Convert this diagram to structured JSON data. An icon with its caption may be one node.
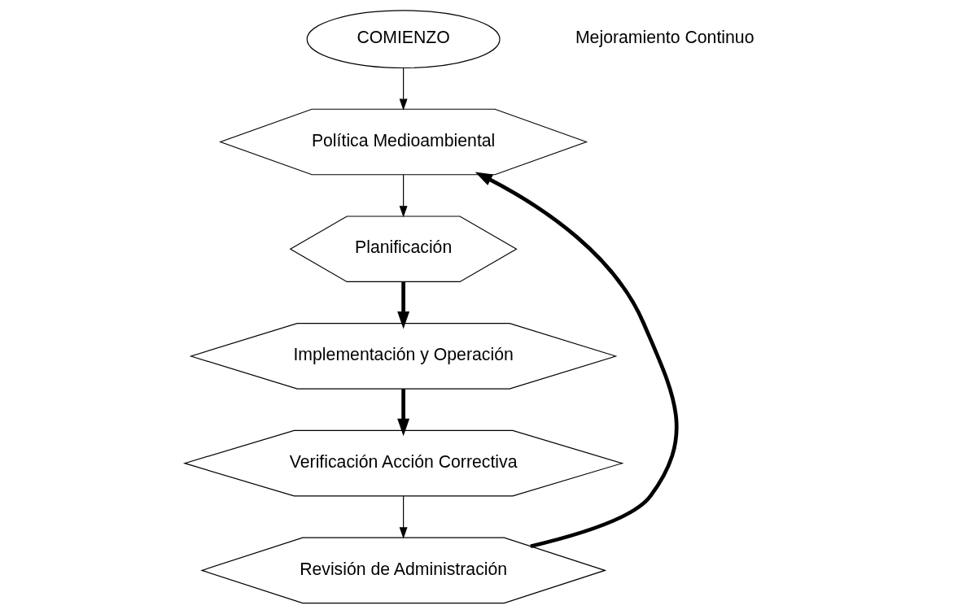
{
  "diagram": {
    "nodes": [
      {
        "text": [
          "COMIENZO"
        ]
      },
      {
        "text": [
          "Política Medioambiental"
        ]
      },
      {
        "text": [
          "Planificación"
        ]
      },
      {
        "text": [
          "Implementación y Operación"
        ]
      },
      {
        "text": [
          "Verificación Acción Correctiva"
        ]
      },
      {
        "text": [
          "Revisión de Administración"
        ]
      }
    ],
    "edges": [
      {
        "from": 0,
        "to": 1,
        "arrow": "to"
      },
      {
        "from": 1,
        "to": 2,
        "arrow": "to"
      },
      {
        "from": 2,
        "to": 3,
        "arrow": "to",
        "style": "thick"
      },
      {
        "from": 3,
        "to": 4,
        "arrow": "to",
        "style": "thick"
      },
      {
        "from": 4,
        "to": 5,
        "arrow": "to"
      },
      {
        "from": 5,
        "to": 1,
        "arrow": "to",
        "style": "thick"
      }
    ],
    "labels": [
      "Mejoramiento Continuo"
    ]
  }
}
